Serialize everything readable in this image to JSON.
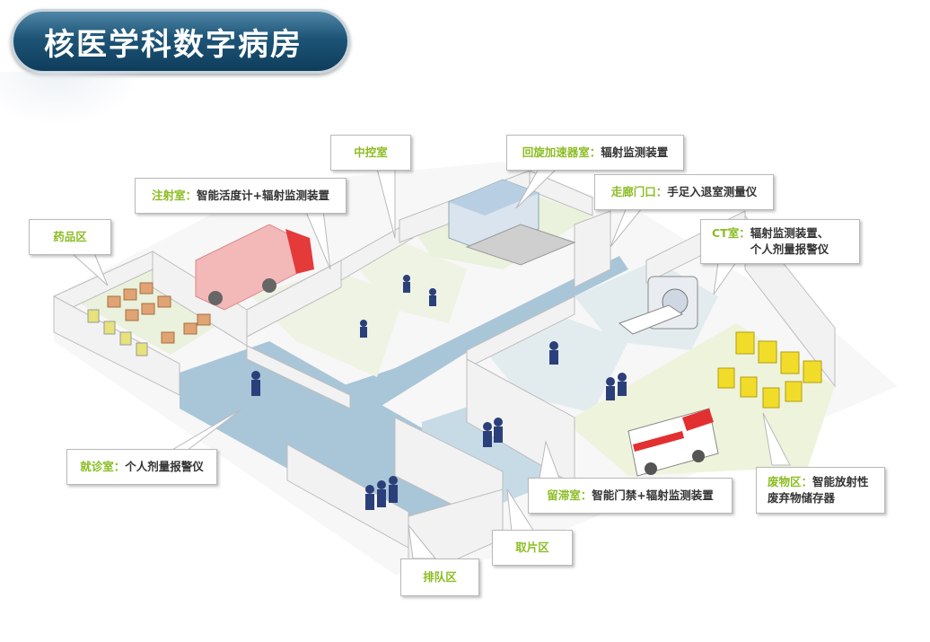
{
  "title": "核医学科数字病房",
  "colors": {
    "title_bg": "#1d5476",
    "label_green": "#8bbd22",
    "corridor": "#a9c6d8",
    "room_floor": "#e6f0d6",
    "wall": "#f2f2f2"
  },
  "callouts": {
    "drug": {
      "name": "药品区",
      "desc": ""
    },
    "control": {
      "name": "中控室",
      "desc": ""
    },
    "accelerator": {
      "name": "回旋加速器室：",
      "desc": "辐射监测装置"
    },
    "injection": {
      "name": "注射室：",
      "desc": "智能活度计+辐射监测装置"
    },
    "corridor_gate": {
      "name": "走廊门口：",
      "desc": "手足入退室测量仪"
    },
    "ct": {
      "name": "CT室：",
      "desc": "辐射监测装置、",
      "desc2": "个人剂量报警仪"
    },
    "clinic": {
      "name": "就诊室：",
      "desc": "个人剂量报警仪"
    },
    "waste": {
      "name": "废物区：",
      "desc": "智能放射性",
      "desc2": "废弃物储存器"
    },
    "retention": {
      "name": "留滞室：",
      "desc": "智能门禁+辐射监测装置"
    },
    "film": {
      "name": "取片区",
      "desc": ""
    },
    "queue": {
      "name": "排队区",
      "desc": ""
    }
  }
}
